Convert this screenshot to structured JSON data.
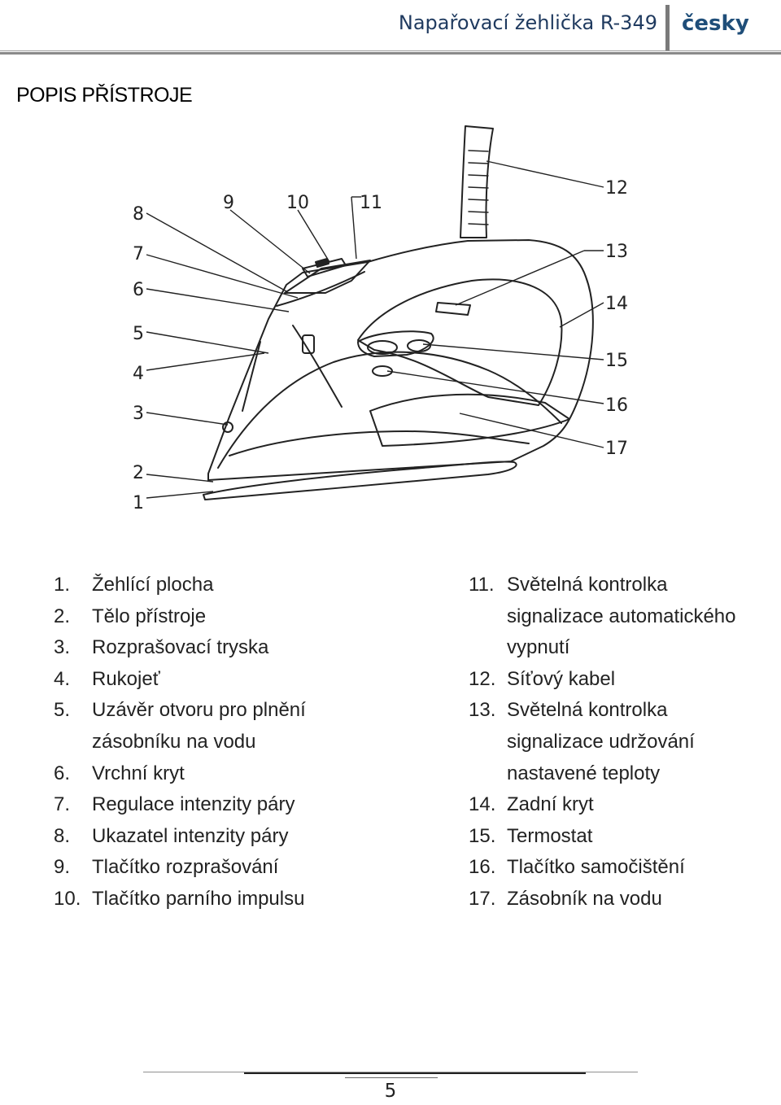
{
  "header": {
    "title": "Napařovací žehlička R-349",
    "language": "česky"
  },
  "section_title": "POPIS PŘÍSTROJE",
  "diagram": {
    "callouts": [
      "1",
      "2",
      "3",
      "4",
      "5",
      "6",
      "7",
      "8",
      "9",
      "10",
      "11",
      "12",
      "13",
      "14",
      "15",
      "16",
      "17"
    ]
  },
  "parts_left": [
    {
      "num": "1.",
      "lines": [
        "Žehlící plocha"
      ]
    },
    {
      "num": "2.",
      "lines": [
        "Tělo přístroje"
      ]
    },
    {
      "num": "3.",
      "lines": [
        "Rozprašovací tryska"
      ]
    },
    {
      "num": "4.",
      "lines": [
        "Rukojeť"
      ]
    },
    {
      "num": "5.",
      "lines": [
        "Uzávěr otvoru pro plnění",
        "zásobníku na vodu"
      ]
    },
    {
      "num": "6.",
      "lines": [
        "Vrchní kryt"
      ]
    },
    {
      "num": "7.",
      "lines": [
        "Regulace intenzity páry"
      ]
    },
    {
      "num": "8.",
      "lines": [
        "Ukazatel intenzity páry"
      ]
    },
    {
      "num": "9.",
      "lines": [
        "Tlačítko rozprašování"
      ]
    },
    {
      "num": "10.",
      "lines": [
        "Tlačítko parního impulsu"
      ]
    }
  ],
  "parts_right": [
    {
      "num": "11.",
      "lines": [
        "Světelná kontrolka",
        "signalizace automatického",
        "vypnutí"
      ]
    },
    {
      "num": "12.",
      "lines": [
        "Síťový kabel"
      ]
    },
    {
      "num": "13.",
      "lines": [
        "Světelná kontrolka",
        "signalizace udržování",
        "nastavené teploty"
      ]
    },
    {
      "num": "14.",
      "lines": [
        "Zadní kryt"
      ]
    },
    {
      "num": "15.",
      "lines": [
        "Termostat"
      ]
    },
    {
      "num": "16.",
      "lines": [
        "Tlačítko samočištění"
      ]
    },
    {
      "num": "17.",
      "lines": [
        "Zásobník na vodu"
      ]
    }
  ],
  "footer": {
    "page_number": "5"
  }
}
